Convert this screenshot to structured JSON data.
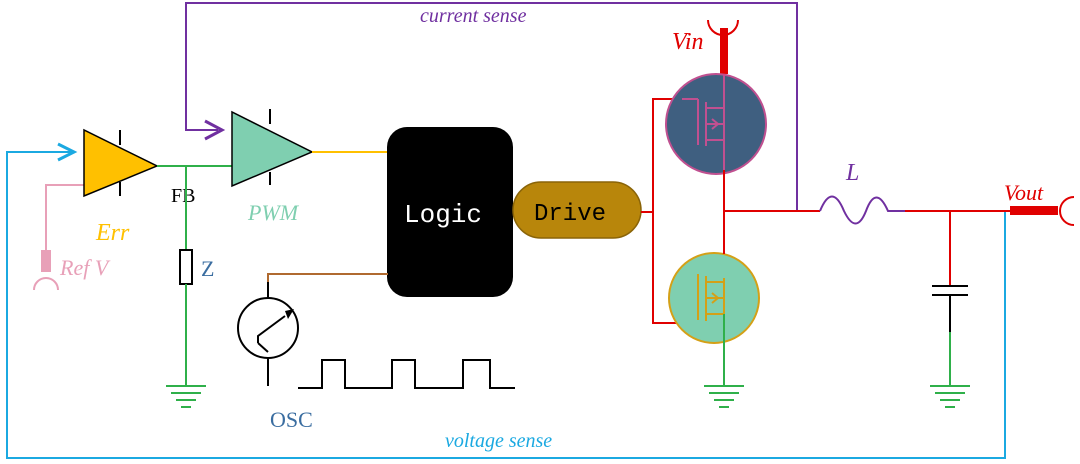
{
  "labels": {
    "current_sense": "current sense",
    "voltage_sense": "voltage sense",
    "vin": "Vin",
    "vout": "Vout",
    "inductor": "L",
    "fb": "FB",
    "err": "Err",
    "pwm": "PWM",
    "ref_v": "Ref V",
    "z": "Z",
    "logic": "Logic",
    "drive": "Drive",
    "osc": "OSC"
  },
  "colors": {
    "current_sense": "#7030a0",
    "voltage_sense": "#1ba9e1",
    "power": "#e00000",
    "err_amp": "#ffc000",
    "pwm_comp": "#7fcfb0",
    "ref": "#e8a0b8",
    "ground": "#2fb04a",
    "fb_label": "#3a6da0",
    "logic": "#000000",
    "drive": "#b8860b",
    "osc_wire": "#b06a30",
    "high_mosfet": "#3f5f80",
    "low_mosfet": "#7fcfb0"
  }
}
